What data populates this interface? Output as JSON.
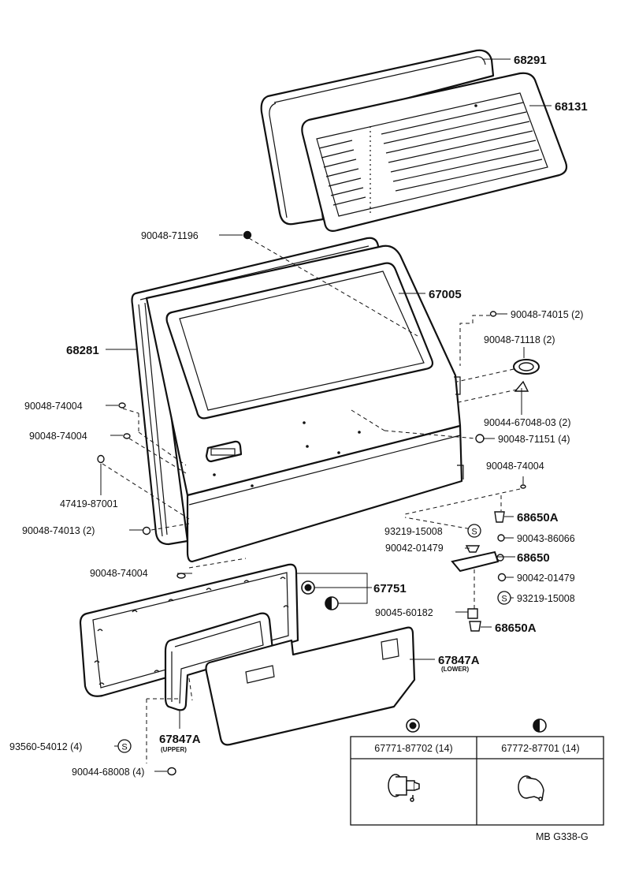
{
  "parts": {
    "p68291": "68291",
    "p68131": "68131",
    "p90048_71196": "90048-71196",
    "p67005": "67005",
    "p90048_74015": "90048-74015 (2)",
    "p68281": "68281",
    "p90048_71118": "90048-71118 (2)",
    "p90048_74004_a": "90048-74004",
    "p90044_67048": "90044-67048-03 (2)",
    "p90048_74004_b": "90048-74004",
    "p90048_71151": "90048-71151 (4)",
    "p47419": "47419-87001",
    "p90048_74004_c": "90048-74004",
    "p68650A_top": "68650A",
    "p90048_74013": "90048-74013 (2)",
    "p93219_a": "93219-15008",
    "p90043": "90043-86066",
    "p90042_a": "90042-01479",
    "p68650": "68650",
    "p90048_74004_d": "90048-74004",
    "p90042_b": "90042-01479",
    "p67751": "67751",
    "p93219_b": "93219-15008",
    "p90045": "90045-60182",
    "p68650A_bot": "68650A",
    "p67847A_lower": "67847A",
    "p67847A_upper": "67847A",
    "p93560": "93560-54012 (4)",
    "p90044_68008": "90044-68008 (4)"
  },
  "notes": {
    "lower": "(LOWER)",
    "upper": "(UPPER)",
    "s_mark": "S"
  },
  "table": {
    "col1": "67771-87702 (14)",
    "col2": "67772-87701 (14)"
  },
  "footer": {
    "code": "MB G338-G"
  }
}
